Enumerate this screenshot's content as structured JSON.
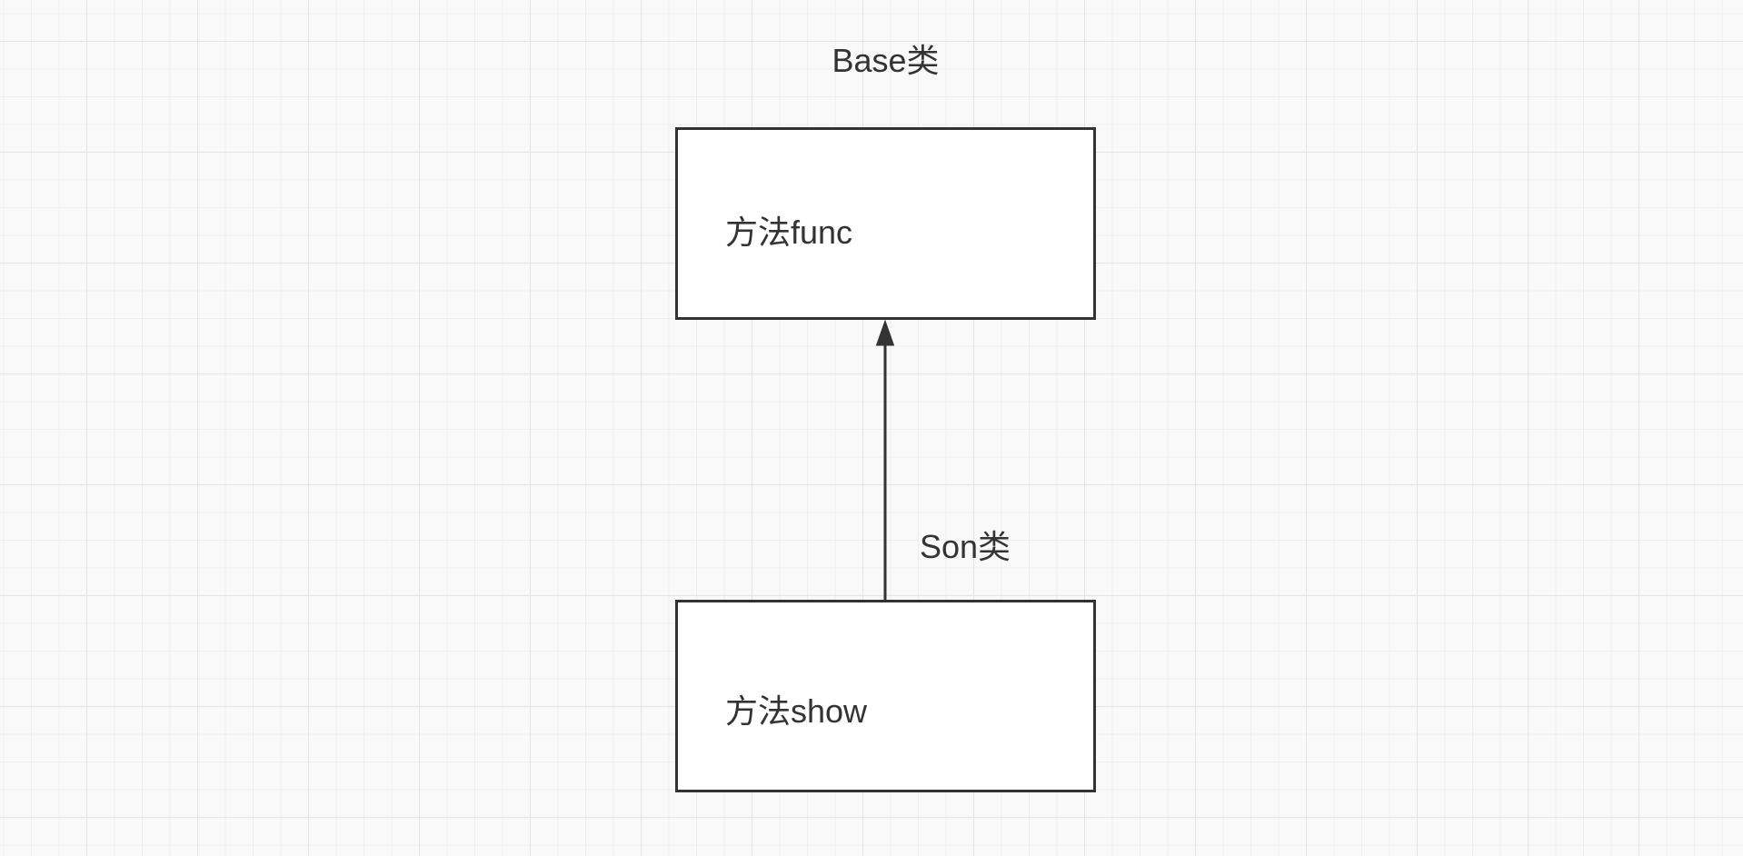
{
  "diagram": {
    "title": "Base类",
    "nodes": [
      {
        "id": "base-class",
        "label": "方法func"
      },
      {
        "id": "son-class",
        "label": "方法show"
      }
    ],
    "edge": {
      "label": "Son类",
      "direction": "son-to-base"
    }
  },
  "colors": {
    "stroke": "#333333",
    "text": "#333333",
    "node_fill": "#ffffff",
    "canvas_background": "#f9f9f9",
    "grid_minor": "#eeeeee",
    "grid_major": "#e3e3e3"
  }
}
